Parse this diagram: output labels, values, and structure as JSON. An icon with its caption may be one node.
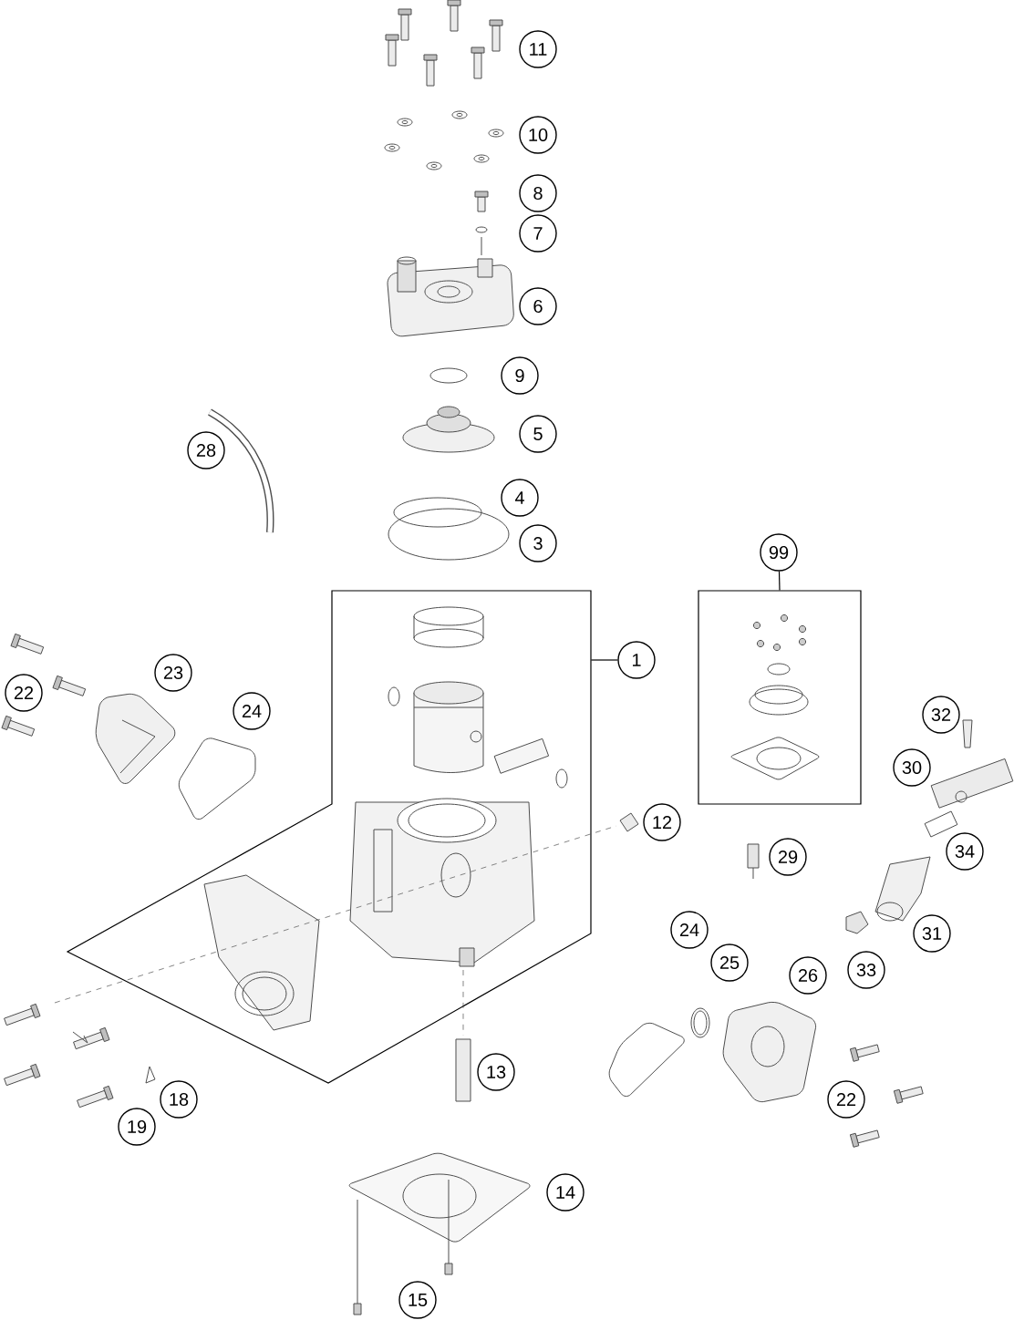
{
  "diagram": {
    "nodes": [
      {
        "text": [
          "11"
        ]
      },
      {
        "text": [
          "10"
        ]
      },
      {
        "text": [
          "8"
        ]
      },
      {
        "text": [
          "7"
        ]
      },
      {
        "text": [
          "6"
        ]
      },
      {
        "text": [
          "9"
        ]
      },
      {
        "text": [
          "5"
        ]
      },
      {
        "text": [
          "28"
        ]
      },
      {
        "text": [
          "4"
        ]
      },
      {
        "text": [
          "3"
        ]
      },
      {
        "text": [
          "99"
        ]
      },
      {
        "text": [],
        "shape": "box"
      },
      {
        "text": [],
        "shape": "box"
      },
      {
        "text": [
          "1"
        ]
      },
      {
        "text": [
          "23"
        ]
      },
      {
        "text": [
          "22"
        ]
      },
      {
        "text": [
          "24"
        ]
      },
      {
        "text": [
          "32"
        ]
      },
      {
        "text": [
          "30"
        ]
      },
      {
        "text": [
          "12"
        ]
      },
      {
        "text": [
          "34"
        ]
      },
      {
        "text": [
          "29"
        ]
      },
      {
        "text": [
          "24"
        ]
      },
      {
        "text": [
          "31"
        ]
      },
      {
        "text": [
          "25"
        ]
      },
      {
        "text": [
          "26"
        ]
      },
      {
        "text": [
          "33"
        ]
      },
      {
        "text": [
          "13"
        ]
      },
      {
        "text": [
          "22"
        ]
      },
      {
        "text": [
          "18"
        ]
      },
      {
        "text": [
          "19"
        ]
      },
      {
        "text": [
          "14"
        ]
      },
      {
        "text": [
          "15"
        ]
      }
    ],
    "edges": [
      {
        "from": 10,
        "to": 12,
        "arrow": "none"
      },
      {
        "from": 13,
        "to": 11,
        "arrow": "none"
      }
    ]
  }
}
